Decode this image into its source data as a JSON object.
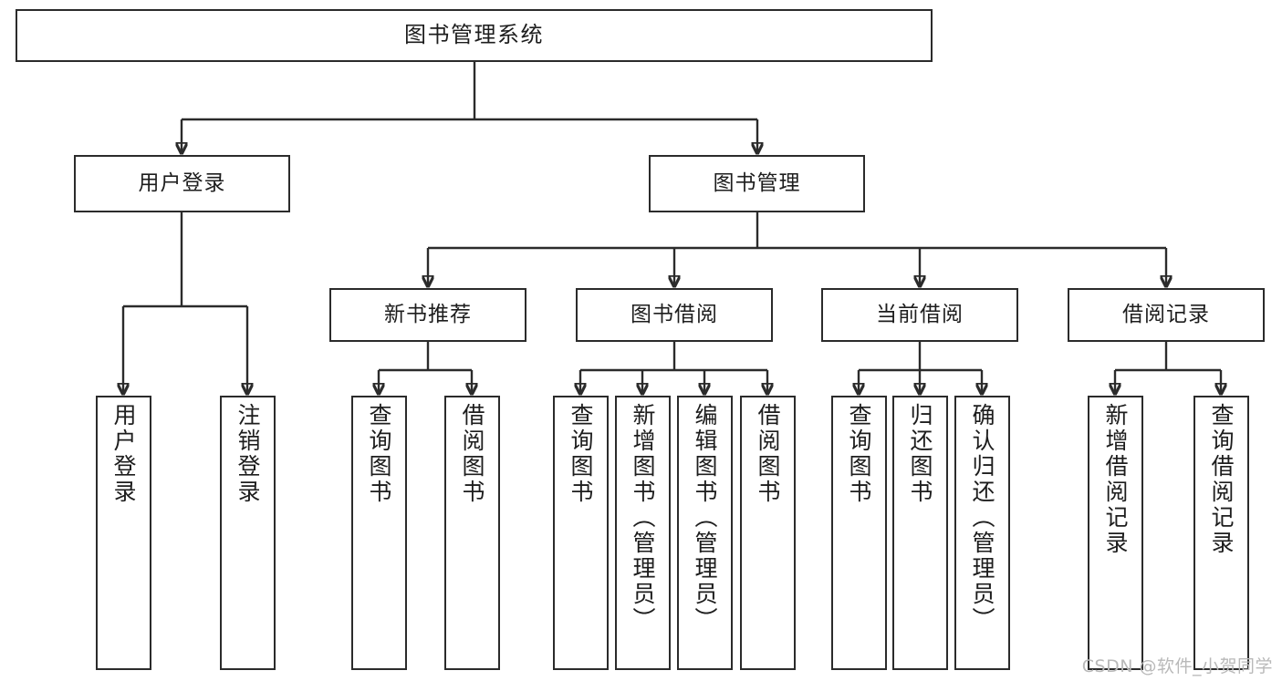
{
  "diagram": {
    "title": "图书管理系统",
    "type": "functional-structure-tree",
    "watermark": "CSDN @软件_小贺同学",
    "colors": {
      "stroke": "#2b2b2b",
      "background": "#ffffff",
      "text": "#1d1d1d",
      "watermark": "#b9b9b9"
    },
    "root": {
      "label": "图书管理系统"
    },
    "level2": [
      {
        "label": "用户登录"
      },
      {
        "label": "图书管理"
      }
    ],
    "level3": [
      {
        "label": "新书推荐"
      },
      {
        "label": "图书借阅"
      },
      {
        "label": "当前借阅"
      },
      {
        "label": "借阅记录"
      }
    ],
    "leaves": {
      "user_login": [
        {
          "label": "用户登录"
        },
        {
          "label": "注销登录"
        }
      ],
      "new_book_recommend": [
        {
          "label": "查询图书"
        },
        {
          "label": "借阅图书"
        }
      ],
      "book_borrow": [
        {
          "label": "查询图书"
        },
        {
          "label": "新增图书（管理员）"
        },
        {
          "label": "编辑图书（管理员）"
        },
        {
          "label": "借阅图书"
        }
      ],
      "current_borrow": [
        {
          "label": "查询图书"
        },
        {
          "label": "归还图书"
        },
        {
          "label": "确认归还（管理员）"
        }
      ],
      "borrow_records": [
        {
          "label": "新增借阅记录"
        },
        {
          "label": "查询借阅记录"
        }
      ]
    }
  }
}
